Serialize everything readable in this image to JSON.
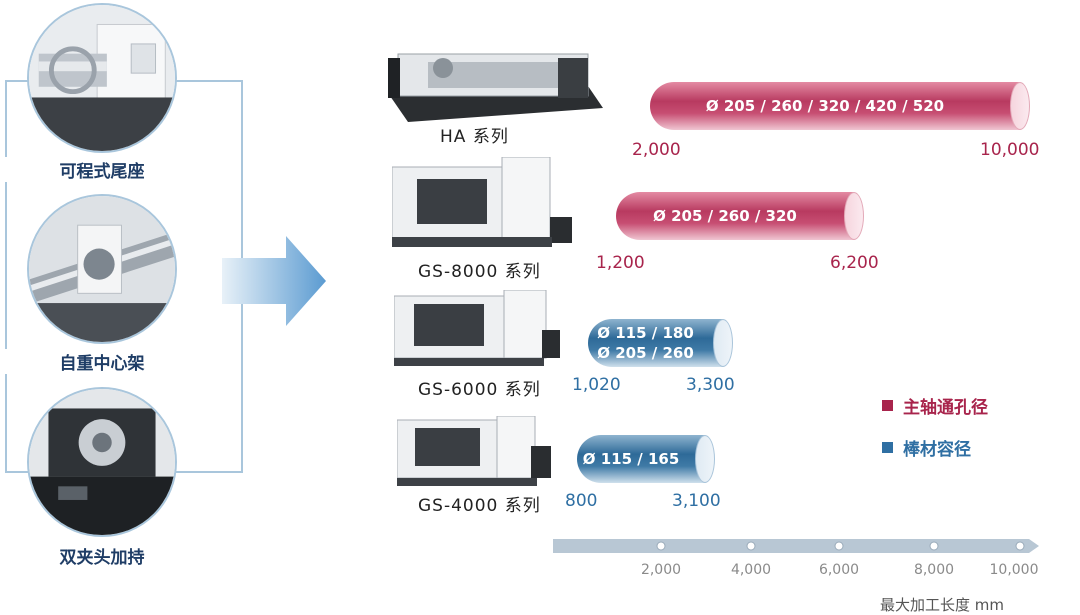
{
  "features": [
    {
      "label": "可程式尾座"
    },
    {
      "label": "自重中心架"
    },
    {
      "label": "双夹头加持"
    }
  ],
  "machines": [
    {
      "label": "HA 系列",
      "diameters": [
        "Ø 205 / 260 / 320 / 420 / 520"
      ],
      "min": "2,000",
      "max": "10,000",
      "kind": "spindle"
    },
    {
      "label": "GS-8000 系列",
      "diameters": [
        "Ø 205 / 260 / 320"
      ],
      "min": "1,200",
      "max": "6,200",
      "kind": "spindle"
    },
    {
      "label": "GS-6000 系列",
      "diameters": [
        "Ø 115 / 180",
        "Ø 205 / 260"
      ],
      "min": "1,020",
      "max": "3,300",
      "kind": "bar"
    },
    {
      "label": "GS-4000 系列",
      "diameters": [
        "Ø 115 / 165"
      ],
      "min": "800",
      "max": "3,100",
      "kind": "bar"
    }
  ],
  "legend": {
    "spindle": {
      "label": "主轴通孔径",
      "color": "#a8244c"
    },
    "bar": {
      "label": "棒材容径",
      "color": "#2f6fa3"
    }
  },
  "axis": {
    "ticks": [
      "2,000",
      "4,000",
      "6,000",
      "8,000",
      "10,000"
    ],
    "unit_label": "最大加工长度 mm"
  }
}
